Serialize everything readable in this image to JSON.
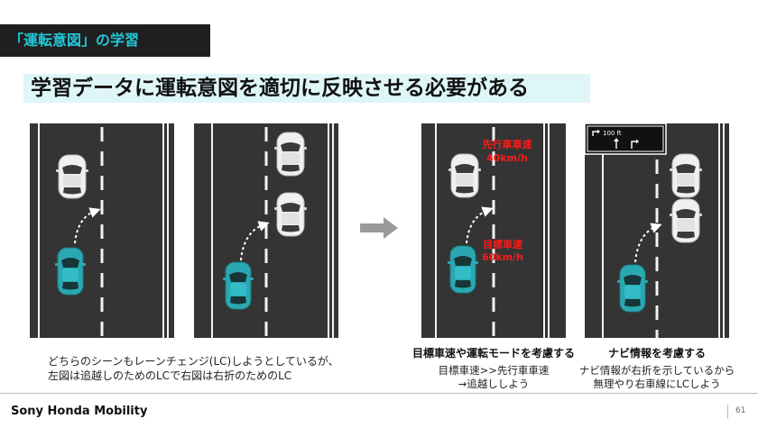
{
  "section_tag": "「運転意図」の学習",
  "headline": "学習データに運転意図を適切に反映させる必要がある",
  "scenes": {
    "left_caption_line1": "どちらのシーンもレーンチェンジ(LC)しようとしているが、",
    "left_caption_line2": "左図は追越しのためのLCで右図は右折のためのLC",
    "speed_scene": {
      "lead_label_line1": "先行車車速",
      "lead_label_line2": "40km/h",
      "target_label_line1": "目標車速",
      "target_label_line2": "60km/h",
      "title": "目標車速や運転モードを考慮する",
      "body_line1": "目標車速>>先行車車速",
      "body_line2": "→追越ししよう"
    },
    "navi_scene": {
      "sign_distance": "100 ft",
      "title": "ナビ情報を考慮する",
      "body_line1": "ナビ情報が右折を示しているから",
      "body_line2": "無理やり右車線にLCしよう"
    }
  },
  "footer": {
    "brand": "Sony Honda Mobility",
    "page": "61"
  },
  "colors": {
    "road": "#343434",
    "ego_car": "#2aa8b2",
    "other_car": "#f2f2f2",
    "accent_text": "#22c7d6",
    "speed_label": "#ff1a1a",
    "headline_bg": "#dff6f8"
  },
  "icons": [
    "right-arrow-icon",
    "turn-arrow-icon",
    "straight-arrow-icon",
    "right-turn-arrow-icon",
    "dashed-curve-arrow-icon"
  ]
}
